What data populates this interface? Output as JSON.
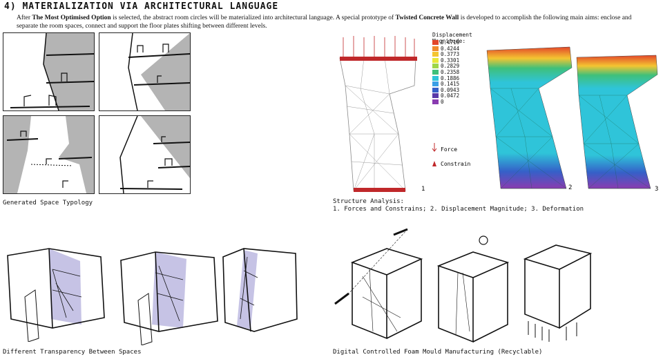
{
  "header": {
    "title": "4) MATERIALIZATION VIA ARCHITECTURAL LANGUAGE",
    "intro_1": "After ",
    "intro_bold_1": "The Most Optimised Option",
    "intro_2": " is selected, the abstract room circles will be materialized into architectural language. A special prototype of ",
    "intro_bold_2": "Twisted Concrete Wall",
    "intro_3": " is developed to accomplish the following main aims: enclose and separate the room spaces, connect and support the floor plates shifting between different levels."
  },
  "captions": {
    "typology": "Generated Space Typology",
    "structure_line1": "Structure Analysis:",
    "structure_line2": "1. Forces and Constrains; 2. Displacement Magnitude; 3. Deformation",
    "transparency": "Different Transparency Between Spaces",
    "manufacturing": "Digital Controlled Foam Mould Manufacturing (Recyclable)"
  },
  "legend": {
    "title": "Displacement Magnitude:",
    "items": [
      {
        "value": "0.4716",
        "color": "#e2462a"
      },
      {
        "value": "0.4244",
        "color": "#f08a2c"
      },
      {
        "value": "0.3773",
        "color": "#f4c531"
      },
      {
        "value": "0.3301",
        "color": "#e8e83a"
      },
      {
        "value": "0.2829",
        "color": "#9dd64a"
      },
      {
        "value": "0.2358",
        "color": "#3fc07a"
      },
      {
        "value": "0.1886",
        "color": "#2fc4d9"
      },
      {
        "value": "0.1415",
        "color": "#3a9fe6"
      },
      {
        "value": "0.0943",
        "color": "#3560c8"
      },
      {
        "value": "0.0472",
        "color": "#5a3aa8"
      },
      {
        "value": "0",
        "color": "#8a3cb0"
      }
    ],
    "force_label": "Force",
    "constrain_label": "Constrain"
  },
  "panel_numbers": {
    "one": "1",
    "two": "2",
    "three": "3"
  },
  "colors": {
    "shade": "#b4b4b4",
    "lavender": "#b8b4de",
    "mesh": "#888888",
    "constraint": "#c0282a"
  }
}
